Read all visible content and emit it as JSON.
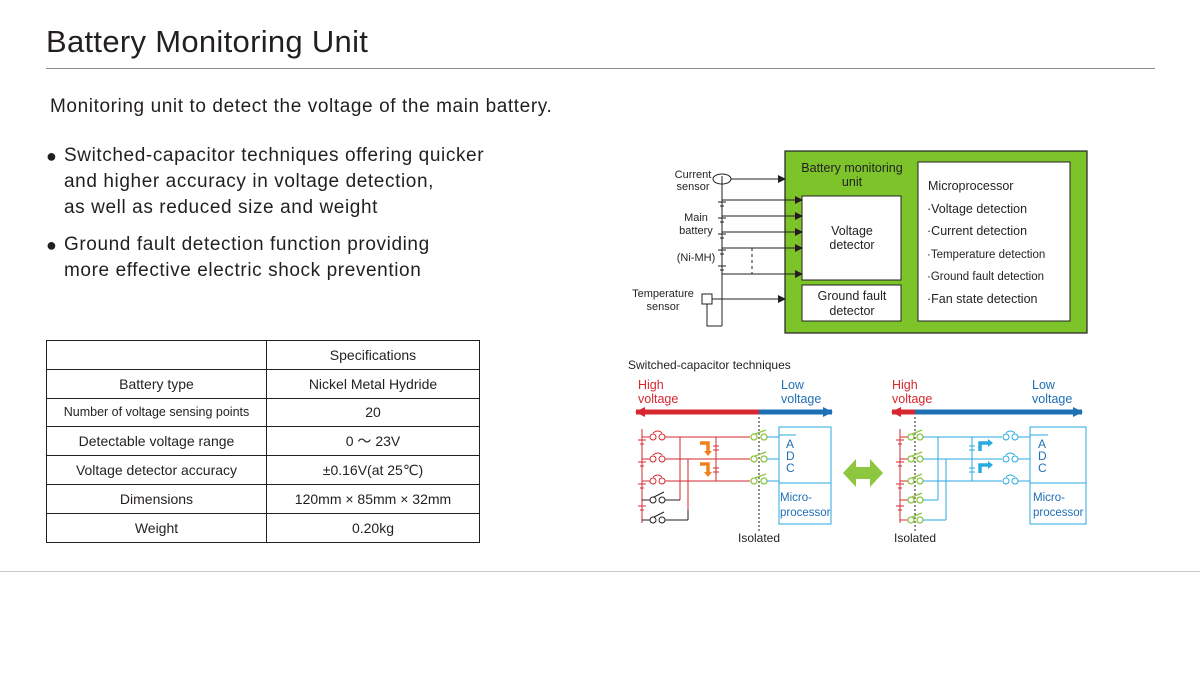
{
  "title": "Battery Monitoring Unit",
  "subtitle": "Monitoring unit to detect the voltage of the main battery.",
  "bullets": [
    {
      "marker": "●",
      "text": "Switched-capacitor techniques offering quicker\nand higher accuracy in voltage detection,\nas well as reduced size and weight"
    },
    {
      "marker": "●",
      "text": "Ground fault detection function providing\nmore effective electric shock prevention"
    }
  ],
  "spec_table": {
    "header": "Specifications",
    "rows": [
      {
        "label": "Battery type",
        "value": "Nickel Metal Hydride"
      },
      {
        "label": "Number of voltage sensing points",
        "value": "20"
      },
      {
        "label": "Detectable voltage range",
        "value": "0 ～ 23V"
      },
      {
        "label": "Voltage detector accuracy",
        "value": "±0.16V(at 25℃)"
      },
      {
        "label": "Dimensions",
        "value": "120mm × 85mm × 32mm"
      },
      {
        "label": "Weight",
        "value": "0.20kg"
      }
    ]
  },
  "block_diagram": {
    "unit_label_line1": "Battery monitoring",
    "unit_label_line2": "unit",
    "current_sensor_line1": "Current",
    "current_sensor_line2": "sensor",
    "main_battery_line1": "Main",
    "main_battery_line2": "battery",
    "nimh": "(Ni-MH)",
    "temp_sensor_line1": "Temperature",
    "temp_sensor_line2": "sensor",
    "voltage_detector_line1": "Voltage",
    "voltage_detector_line2": "detector",
    "ground_fault_line1": "Ground fault",
    "ground_fault_line2": "detector",
    "microprocessor_title": "Microprocessor",
    "micro_items": [
      "·Voltage detection",
      "·Current detection",
      "·Temperature detection",
      "·Ground fault detection",
      "·Fan state detection"
    ],
    "colors": {
      "unit_green": "#7dc42b"
    }
  },
  "sc_diagram": {
    "title": "Switched-capacitor techniques",
    "high_line1": "High",
    "high_line2": "voltage",
    "low_line1": "Low",
    "low_line2": "voltage",
    "adc_letters": [
      "A",
      "D",
      "C"
    ],
    "micro_line1": "Micro-",
    "micro_line2": "processor",
    "isolated": "Isolated",
    "colors": {
      "high": "#d7282f",
      "low": "#1f6fb5",
      "switch_green": "#8dc63f",
      "flow_orange": "#f0821e",
      "flow_cyan": "#29aae1"
    }
  }
}
